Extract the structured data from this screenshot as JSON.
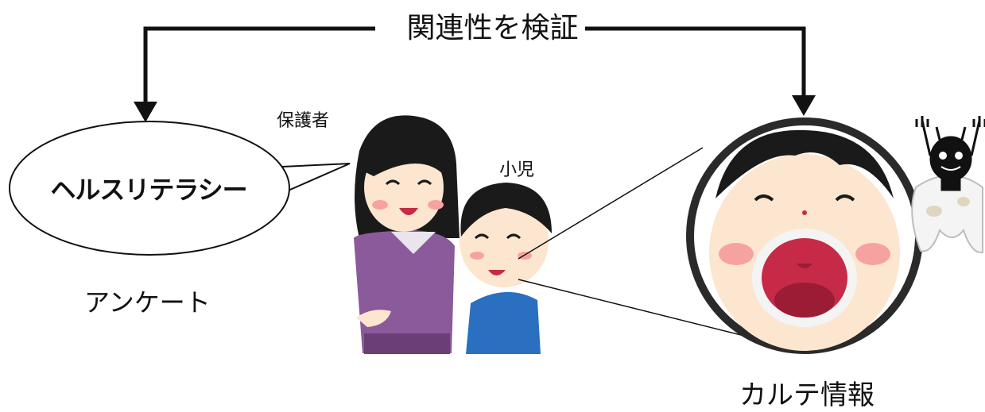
{
  "texts": {
    "top_label": "関連性を検証",
    "guardian_label": "保護者",
    "child_label": "小児",
    "bubble_text": "ヘルスリテラシー",
    "survey_label": "アンケート",
    "record_label": "カルテ情報"
  },
  "colors": {
    "line": "#111111",
    "guardian_sweater": "#8a5a9b",
    "guardian_skirt": "#6a3f78",
    "child_shirt": "#2a6fc0",
    "hair": "#1a1a1a",
    "skin": "#fde6cf",
    "cheek": "#f7a2a2",
    "mouth_red": "#c62a47",
    "tooth_white": "#f4f4f4",
    "magnifier_ring": "#2a2a2a"
  },
  "icons": [
    "guardian-figure",
    "child-figure",
    "magnifier-mouth-icon",
    "cavity-germ-icon",
    "tooth-icon"
  ]
}
